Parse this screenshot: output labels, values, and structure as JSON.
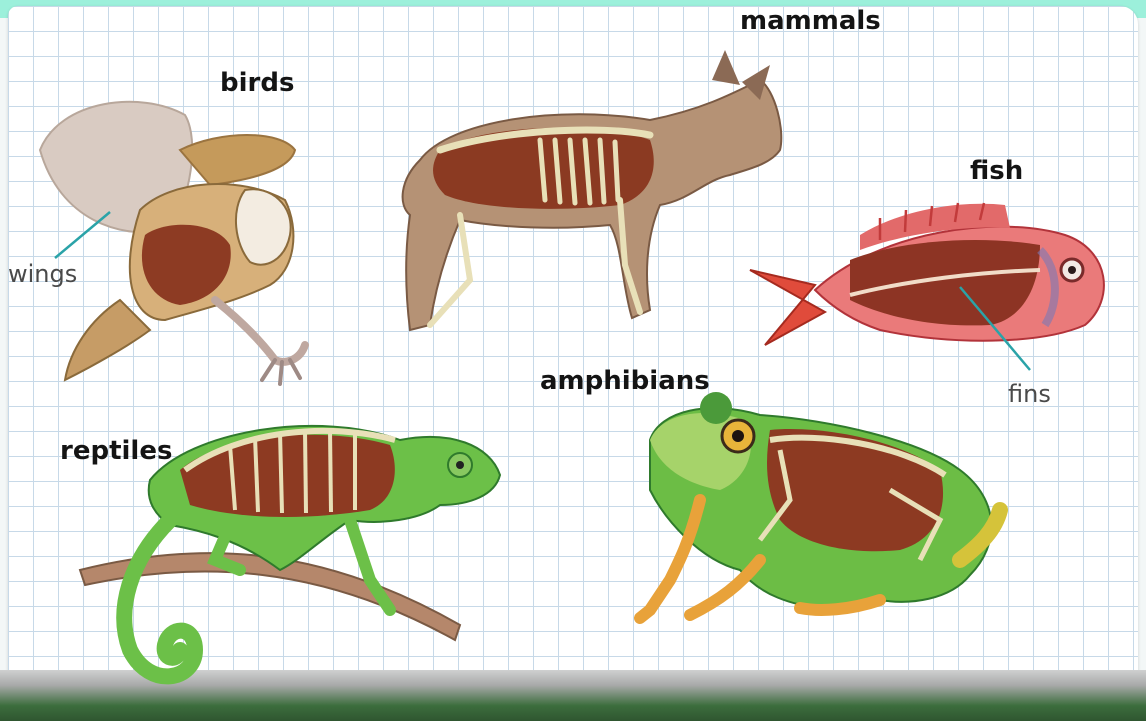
{
  "groups": {
    "birds": "birds",
    "mammals": "mammals",
    "fish": "fish",
    "amphibians": "amphibians",
    "reptiles": "reptiles"
  },
  "callouts": {
    "wings": "wings",
    "fins": "fins"
  },
  "colors": {
    "grid_line": "#c7d9e8",
    "top_band": "#9cf0db",
    "callout_line": "#2aa3a8",
    "book_edge_green": "#2f5630"
  }
}
